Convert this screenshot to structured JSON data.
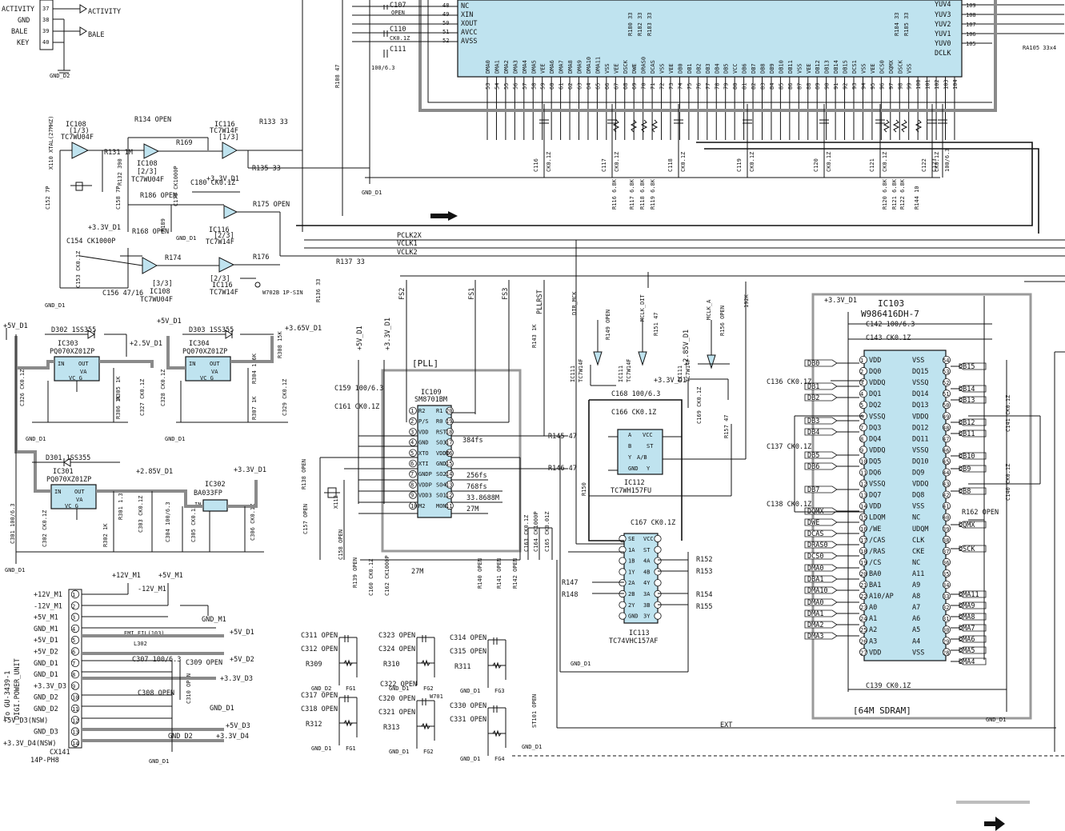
{
  "title_bits": {
    "pll": "[PLL]",
    "sdram": "[64M SDRAM]",
    "ext": "EXT"
  },
  "ics": {
    "ic103": {
      "ref": "IC103",
      "part": "W986416DH-7",
      "pwr": "+3.3V_D1"
    },
    "ic109": {
      "ref": "IC109",
      "part": "SM8701BM"
    },
    "ic112": {
      "ref": "IC112",
      "part": "TC7WH157FU"
    },
    "ic113": {
      "ref": "IC113",
      "part": "TC74VHC157AF"
    },
    "ic108a": {
      "ref": "IC108",
      "unit": "(1/3)",
      "part": "TC7WU04F"
    },
    "ic108b": {
      "ref": "IC108",
      "unit": "[2/3]",
      "part": "TC7WU04F"
    },
    "ic108c": {
      "ref": "IC108",
      "unit": "[3/3]",
      "part": "TC7WU04F"
    },
    "ic116a": {
      "ref": "IC116",
      "unit": "[1/3]",
      "part": "TC7W14F"
    },
    "ic116b": {
      "ref": "IC116",
      "unit": "[2/3]",
      "part": "TC7W14F"
    },
    "ic116c": {
      "ref": "IC116",
      "unit": "[2/3]",
      "part": "TC7W14F"
    },
    "ic111a": {
      "ref": "IC111",
      "part": "TC7W14F"
    },
    "ic111b": {
      "ref": "IC111",
      "part": "TC7W14F"
    },
    "ic303": {
      "ref": "IC303",
      "part": "PQ070XZ01ZP"
    },
    "ic304": {
      "ref": "IC304",
      "part": "PQ070XZ01ZP"
    },
    "ic301": {
      "ref": "IC301",
      "part": "PQ070XZ01ZP"
    },
    "ic302": {
      "ref": "IC302",
      "part": "BA033FP"
    }
  },
  "top_left": {
    "rows": [
      {
        "name": "ACTIVITY",
        "pin": "37",
        "out": "ACTIVITY"
      },
      {
        "name": "GND",
        "pin": "38",
        "out": ""
      },
      {
        "name": "BALE",
        "pin": "39",
        "out": "BALE"
      },
      {
        "name": "KEY",
        "pin": "40",
        "out": ""
      }
    ],
    "gnd": "GND_D2"
  },
  "main_ic_left_pins": [
    {
      "num": "48",
      "name": "NC"
    },
    {
      "num": "49",
      "name": "XIN"
    },
    {
      "num": "50",
      "name": "XOUT"
    },
    {
      "num": "51",
      "name": "AVCC"
    },
    {
      "num": "52",
      "name": "AVSS"
    }
  ],
  "main_ic_right_pins": [
    "YUV4",
    "YUV3",
    "YUV2",
    "YUV1",
    "YUV0",
    "DCLK"
  ],
  "main_ic_right_nums": [
    "109",
    "108",
    "107",
    "106",
    "105"
  ],
  "main_ic_bottom_names": [
    "DMA0",
    "DMA1",
    "DMA2",
    "DMA3",
    "DMA4",
    "DMA5",
    "VEE",
    "DMA6",
    "DMA7",
    "DMA8",
    "DMA9",
    "DMA10",
    "DMA11",
    "VSS",
    "VEE",
    "DSCK",
    "DWE",
    "DRAS0",
    "DCAS",
    "VSS",
    "VEE",
    "DB0",
    "DB1",
    "DB2",
    "DB3",
    "DB4",
    "DB5",
    "VCC",
    "DB6",
    "DB7",
    "DB8",
    "DB9",
    "DB10",
    "DB11",
    "VSS",
    "VEE",
    "DB12",
    "DB13",
    "DB14",
    "DB15",
    "DCS1",
    "VSS",
    "VEE",
    "DCS0",
    "DQMX",
    "DSCK",
    "VSS"
  ],
  "main_ic_bottom_nums": [
    "53",
    "54",
    "55",
    "56",
    "57",
    "58",
    "59",
    "60",
    "61",
    "62",
    "63",
    "64",
    "65",
    "66",
    "67",
    "68",
    "69",
    "70",
    "71",
    "72",
    "73",
    "74",
    "75",
    "76",
    "77",
    "78",
    "79",
    "80",
    "81",
    "82",
    "83",
    "84",
    "85",
    "86",
    "87",
    "88",
    "89",
    "90",
    "91",
    "92",
    "93",
    "94",
    "95",
    "96",
    "97",
    "98",
    "99",
    "100",
    "101",
    "102",
    "103",
    "104"
  ],
  "main_ic_top_refs": [
    "R180 33",
    "R182 33",
    "R183 33",
    "R184 33",
    "R185 33"
  ],
  "ra105": "RA105 33x4",
  "caps_top": [
    {
      "ref": "C107",
      "val": "OPEN"
    },
    {
      "ref": "C110",
      "val": "CK0.1Z"
    },
    {
      "ref": "C111",
      "val": "100/6.3"
    }
  ],
  "r108": "R108 47",
  "gnd_labels": [
    "GND_D1",
    "GND_D1",
    "GND_D1",
    "GND_D1",
    "GND_D1",
    "GND_D1",
    "GND_D1",
    "GND_D1",
    "GND_D2",
    "GND_D1",
    "GND_M1"
  ],
  "bottom_caps": [
    {
      "ref": "C116",
      "val": "CK0.1Z"
    },
    {
      "ref": "C117",
      "val": "CK0.1Z"
    },
    {
      "ref": "C118",
      "val": "CK0.1Z"
    },
    {
      "ref": "C119",
      "val": "CK0.1Z"
    },
    {
      "ref": "C120",
      "val": "CK0.1Z"
    },
    {
      "ref": "C121",
      "val": "CK0.1Z"
    },
    {
      "ref": "C122",
      "val": "CK0.1Z"
    },
    {
      "ref": "C123",
      "val": "100/6.3"
    }
  ],
  "bottom_res": [
    "R116 6.8K",
    "R117 6.8K",
    "R118 6.8K",
    "R119 6.8K",
    "R120 6.8K",
    "R121 6.8K",
    "R122 6.8K",
    "R144 10"
  ],
  "clock_nets": [
    "PCLK2X",
    "VCLK1",
    "VCLK2"
  ],
  "osc": {
    "xtal": "X110 XTAL(27MHZ)",
    "c152": "C152 7P",
    "c158": "C158 7P",
    "r131": "R131 1M",
    "r132": "R132 390",
    "r134": "R134 OPEN",
    "r169": "R169",
    "r133": "R133 33",
    "r135": "R135 33",
    "r186": "R186 OPEN",
    "c179": "C179 CK1000P",
    "c180": "C180 CK0.1Z",
    "r175": "R175 OPEN",
    "r189": "R189",
    "r168": "R168 OPEN",
    "r174": "R174",
    "r176": "R176",
    "r137": "R137 33",
    "r136": "R136 33",
    "c154": "C154 CK1000P",
    "c153": "C153 CK0.1Z",
    "c156": "C156 47/16",
    "w702b": "W702B 1P-SIN",
    "v33": "+3.3V_D1"
  },
  "regs": {
    "v1": "+5V_D1",
    "v2": "+2.5V_D1",
    "v3": "+5V_D1",
    "v4": "+3.65V_D1",
    "v5": "+2.85V_D1",
    "v6": "+3.3V_D1",
    "d302": "D302 1SS355",
    "d303": "D303 1SS355",
    "d301": "D301 1SS355",
    "r305": "R305 1K",
    "r306": "R306 1K",
    "r307": "R307 1K",
    "r304": "R304 1.6K",
    "r308": "R308 15K",
    "r301": "R301 1.3K",
    "r302": "R302 1K",
    "c326": "C326 CK0.1Z",
    "c327": "C327 CK0.1Z",
    "c328": "C328 CK0.1Z",
    "c329": "C329 CK0.1Z",
    "c301": "C301 100/6.3",
    "c302": "C302 CK0.1Z",
    "c303": "C303 CK0.1Z",
    "c304": "C304 100/6.3",
    "c305": "C305 CK0.1Z",
    "c306": "C306 CK0.1Z",
    "pins_in": "IN",
    "pins_out": "OUT",
    "pins_va": "VA",
    "pins_vcg": "VC G"
  },
  "connector": {
    "ref": "CX141",
    "type": "14P-PH8",
    "to": "To GU-3439-1",
    "unit": "DIGI.POWER_UNIT",
    "pins": [
      {
        "n": "1",
        "name": "+12V_M1"
      },
      {
        "n": "2",
        "name": "-12V_M1"
      },
      {
        "n": "3",
        "name": "+5V_M1"
      },
      {
        "n": "4",
        "name": "GND_M1"
      },
      {
        "n": "5",
        "name": "+5V_D1"
      },
      {
        "n": "6",
        "name": "+5V_D2"
      },
      {
        "n": "7",
        "name": "GND_D1"
      },
      {
        "n": "8",
        "name": "GND_D1"
      },
      {
        "n": "9",
        "name": "+3.3V_D3"
      },
      {
        "n": "10",
        "name": "GND_D2"
      },
      {
        "n": "11",
        "name": "GND_D2"
      },
      {
        "n": "12",
        "name": "+5V_D3(NSW)"
      },
      {
        "n": "13",
        "name": "GND_D3"
      },
      {
        "n": "14",
        "name": "+3.3V_D4(NSW)"
      }
    ],
    "emi": "EMI_FIL(103)",
    "l302": "L302",
    "c307": "C307 100/6.3",
    "c309": "C309 OPEN",
    "c308": "C308 OPEN",
    "c310": "C310 OPEN",
    "outs": [
      "+12V_M1",
      "-12V_M1",
      "+5V_M1",
      "GND_M1",
      "+5V_D1",
      "+5V_D2",
      "+3.3V_D3",
      "GND_D1",
      "+5V_D3",
      "GND_D2",
      "+3.3V_D4"
    ]
  },
  "pll_block": {
    "pins_left": [
      {
        "n": "1",
        "name": "R2"
      },
      {
        "n": "2",
        "name": "P/S"
      },
      {
        "n": "3",
        "name": "VDD"
      },
      {
        "n": "4",
        "name": "GND"
      },
      {
        "n": "5",
        "name": "XTO"
      },
      {
        "n": "6",
        "name": "XTI"
      },
      {
        "n": "7",
        "name": "GNDP"
      },
      {
        "n": "8",
        "name": "VDDP"
      },
      {
        "n": "9",
        "name": "VDD3"
      },
      {
        "n": "10",
        "name": "M2"
      }
    ],
    "pins_right": [
      {
        "n": "20",
        "name": "R1"
      },
      {
        "n": "19",
        "name": "R0"
      },
      {
        "n": "18",
        "name": "RST"
      },
      {
        "n": "17",
        "name": "SO3"
      },
      {
        "n": "16",
        "name": "VDDO"
      },
      {
        "n": "15",
        "name": "GND"
      },
      {
        "n": "14",
        "name": "SO2"
      },
      {
        "n": "13",
        "name": "SO4"
      },
      {
        "n": "12",
        "name": "SO1"
      },
      {
        "n": "11",
        "name": "MON"
      }
    ],
    "freqs": [
      "384fs",
      "256fs",
      "768fs",
      "33.8688M",
      "27M",
      "27M"
    ],
    "nets": [
      "FS2",
      "FS1",
      "FS3",
      "PLLRST",
      "DIR_MCK",
      "MCLK_DIT",
      "MCLK_A",
      "192K"
    ],
    "supplies": [
      "+5V_D1",
      "+3.3V_D1",
      "+3.3V_D1",
      "+2.85V_D1"
    ],
    "parts": [
      "C159 100/6.3",
      "C161 CK0.1Z",
      "R143 1K",
      "R145 47",
      "R146 47",
      "R138 OPEN",
      "X112",
      "C157 OPEN",
      "C158 OPEN",
      "R139 OPEN",
      "C160 CK0.1Z",
      "C162 CK1000P",
      "R140 OPEN",
      "R141 OPEN",
      "R142 OPEN",
      "C163 CK0.1Z",
      "C164 CK1000P",
      "C165 CK0.01Z",
      "R149 OPEN",
      "R151 47",
      "R156 OPEN",
      "R157 47",
      "R150",
      "C168 100/6.3",
      "C166 CK0.1Z",
      "C169 CK0.1Z",
      "C167 CK0.1Z",
      "R147",
      "R148",
      "R152",
      "R153",
      "R154",
      "R155"
    ]
  },
  "ic112_pins": [
    "A",
    "B",
    "Y",
    "GND",
    "VCC",
    "ST",
    "A/B",
    "Y"
  ],
  "ic113_pins_left": [
    "SE",
    "1A",
    "1B",
    "1Y",
    "2A",
    "2B",
    "2Y",
    "GND"
  ],
  "ic113_pins_right": [
    "VCC",
    "ST",
    "4A",
    "4B",
    "4Y",
    "3A",
    "3B",
    "3Y"
  ],
  "sdram": {
    "left": [
      {
        "n": "1",
        "name": "VDD"
      },
      {
        "n": "2",
        "name": "DQ0"
      },
      {
        "n": "3",
        "name": "VDDQ"
      },
      {
        "n": "4",
        "name": "DQ1"
      },
      {
        "n": "5",
        "name": "DQ2"
      },
      {
        "n": "6",
        "name": "VSSQ"
      },
      {
        "n": "7",
        "name": "DQ3"
      },
      {
        "n": "8",
        "name": "DQ4"
      },
      {
        "n": "9",
        "name": "VDDQ"
      },
      {
        "n": "10",
        "name": "DQ5"
      },
      {
        "n": "11",
        "name": "DQ6"
      },
      {
        "n": "12",
        "name": "VSSQ"
      },
      {
        "n": "13",
        "name": "DQ7"
      },
      {
        "n": "14",
        "name": "VDD"
      },
      {
        "n": "15",
        "name": "LDQM"
      },
      {
        "n": "16",
        "name": "/WE"
      },
      {
        "n": "17",
        "name": "/CAS"
      },
      {
        "n": "18",
        "name": "/RAS"
      },
      {
        "n": "19",
        "name": "/CS"
      },
      {
        "n": "20",
        "name": "BA0"
      },
      {
        "n": "21",
        "name": "BA1"
      },
      {
        "n": "22",
        "name": "A10/AP"
      },
      {
        "n": "23",
        "name": "A0"
      },
      {
        "n": "24",
        "name": "A1"
      },
      {
        "n": "25",
        "name": "A2"
      },
      {
        "n": "26",
        "name": "A3"
      },
      {
        "n": "27",
        "name": "VDD"
      }
    ],
    "right": [
      {
        "n": "54",
        "name": "VSS"
      },
      {
        "n": "53",
        "name": "DQ15"
      },
      {
        "n": "52",
        "name": "VSSQ"
      },
      {
        "n": "51",
        "name": "DQ14"
      },
      {
        "n": "50",
        "name": "DQ13"
      },
      {
        "n": "49",
        "name": "VDDQ"
      },
      {
        "n": "48",
        "name": "DQ12"
      },
      {
        "n": "47",
        "name": "DQ11"
      },
      {
        "n": "46",
        "name": "VSSQ"
      },
      {
        "n": "45",
        "name": "DQ10"
      },
      {
        "n": "44",
        "name": "DQ9"
      },
      {
        "n": "43",
        "name": "VDDQ"
      },
      {
        "n": "42",
        "name": "DQ8"
      },
      {
        "n": "41",
        "name": "VSS"
      },
      {
        "n": "40",
        "name": "NC"
      },
      {
        "n": "39",
        "name": "UDQM"
      },
      {
        "n": "38",
        "name": "CLK"
      },
      {
        "n": "37",
        "name": "CKE"
      },
      {
        "n": "36",
        "name": "NC"
      },
      {
        "n": "35",
        "name": "A11"
      },
      {
        "n": "34",
        "name": "A9"
      },
      {
        "n": "33",
        "name": "A8"
      },
      {
        "n": "32",
        "name": "A7"
      },
      {
        "n": "31",
        "name": "A6"
      },
      {
        "n": "30",
        "name": "A5"
      },
      {
        "n": "29",
        "name": "A4"
      },
      {
        "n": "28",
        "name": "VSS"
      }
    ],
    "left_nets": [
      "DB0",
      "DB1",
      "DB2",
      "DB3",
      "DB4",
      "DB5",
      "DB6",
      "DB7",
      "DQMX",
      "DWE",
      "DCAS",
      "DRAS0",
      "DCS0",
      "DMA0",
      "DBA1",
      "DMA10",
      "DMA0",
      "DMA1",
      "DMA2",
      "DMA3"
    ],
    "right_nets": [
      "DB15",
      "DB14",
      "DB13",
      "DB12",
      "DB11",
      "DB10",
      "DB9",
      "DB8",
      "DQMX",
      "DSCK",
      "DMA11",
      "DMA9",
      "DMA8",
      "DMA7",
      "DMA6",
      "DMA5",
      "DMA4"
    ],
    "caps": [
      "C142 100/6.3",
      "C143 CK0.1Z",
      "C136 CK0.1Z",
      "C137 CK0.1Z",
      "C138 CK0.1Z",
      "C139 CK0.1Z",
      "C140 CK0.1Z",
      "C141 CK0.1Z"
    ],
    "r162": "R162 OPEN"
  },
  "fg_block": [
    {
      "c1": "C311 OPEN",
      "c2": "C312 OPEN",
      "r": "R309",
      "g": "GND_D2",
      "fg": "FG1"
    },
    {
      "c1": "C323 OPEN",
      "c2": "C324 OPEN",
      "r": "R310",
      "g": "GND_D1",
      "fg": "FG2"
    },
    {
      "c1": "C314 OPEN",
      "c2": "C315 OPEN",
      "r": "R311",
      "g": "GND_D1",
      "fg": "FG3"
    },
    {
      "c1": "C317 OPEN",
      "c2": "C318 OPEN",
      "r": "R312",
      "g": "GND_D1",
      "fg": "FG1"
    },
    {
      "c1": "C320 OPEN",
      "c2": "C321 OPEN",
      "r": "R313",
      "g": "GND_D1",
      "fg": "FG2"
    },
    {
      "c1": "C330 OPEN",
      "c2": "C331 OPEN",
      "r": "",
      "g": "GND_D1",
      "fg": "FG4"
    }
  ],
  "fg_extra": {
    "c322": "C322 OPEN",
    "w701": "W701",
    "st101": "ST101 OPEN",
    "gnd": "GND_D1"
  }
}
